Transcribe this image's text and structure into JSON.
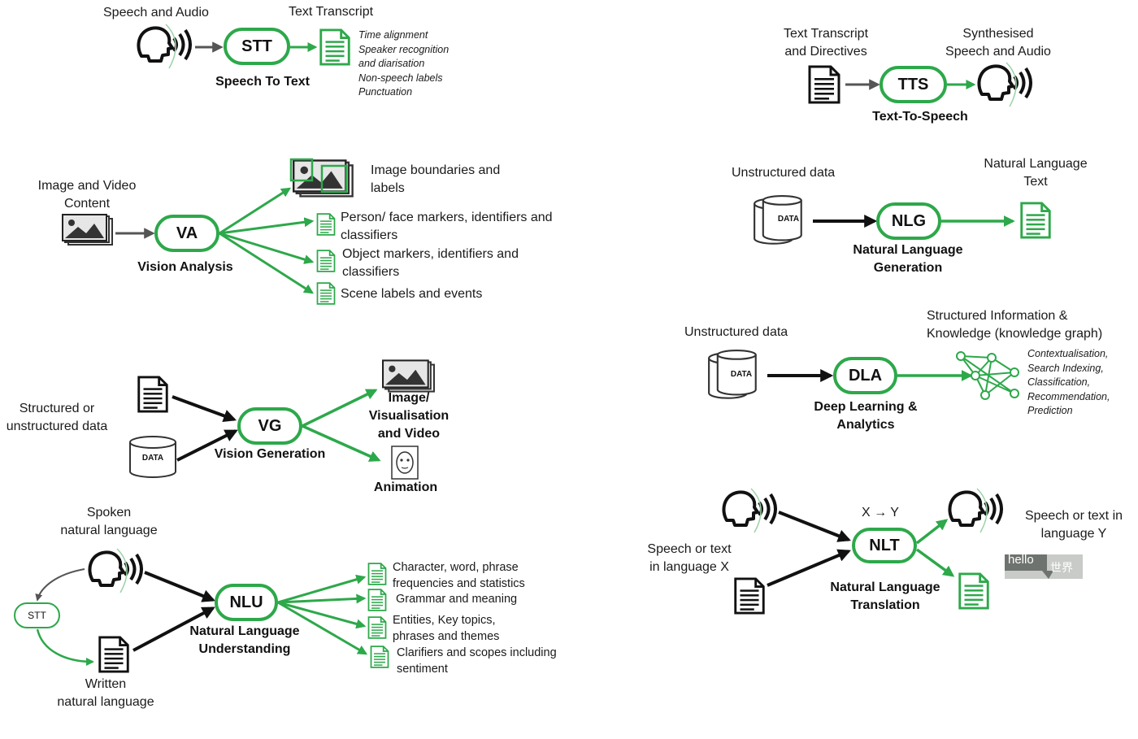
{
  "colors": {
    "accent_green": "#2da84a",
    "arrow_black": "#111111",
    "text": "#1a1a1a"
  },
  "stt": {
    "input_label": "Speech and Audio",
    "output_label": "Text Transcript",
    "node": "STT",
    "caption": "Speech To Text",
    "notes": [
      "Time alignment",
      "Speaker recognition",
      "and diarisation",
      "Non-speech labels",
      "Punctuation"
    ]
  },
  "tts": {
    "input_label": [
      "Text Transcript",
      "and Directives"
    ],
    "output_label": [
      "Synthesised",
      "Speech and Audio"
    ],
    "node": "TTS",
    "caption": "Text-To-Speech"
  },
  "va": {
    "input_label": [
      "Image and Video",
      "Content"
    ],
    "node": "VA",
    "caption": "Vision Analysis",
    "outputs": [
      [
        "Image boundaries and",
        "labels"
      ],
      [
        "Person/ face markers, identifiers and",
        "classifiers"
      ],
      [
        "Object markers, identifiers and",
        "classifiers"
      ],
      [
        "Scene labels and events"
      ]
    ]
  },
  "nlg": {
    "input_label": "Unstructured data",
    "data_icon_label": "DATA",
    "output_label": [
      "Natural Language",
      "Text"
    ],
    "node": "NLG",
    "caption": [
      "Natural Language",
      "Generation"
    ]
  },
  "dla": {
    "input_label": "Unstructured data",
    "data_icon_label": "DATA",
    "output_label": [
      "Structured Information &",
      "Knowledge (knowledge graph)"
    ],
    "node": "DLA",
    "caption": [
      "Deep Learning &",
      "Analytics"
    ],
    "notes": [
      "Contextualisation,",
      "Search Indexing,",
      "Classification,",
      "Recommendation,",
      "Prediction"
    ]
  },
  "vg": {
    "input_label": [
      "Structured or",
      "unstructured data"
    ],
    "data_icon_label": "DATA",
    "node": "VG",
    "caption": "Vision Generation",
    "outputs": [
      [
        "Image/",
        "Visualisation",
        "and Video"
      ],
      [
        "Animation"
      ]
    ]
  },
  "nlu": {
    "spoken_label": [
      "Spoken",
      "natural language"
    ],
    "written_label": [
      "Written",
      "natural language"
    ],
    "stt_node": "STT",
    "node": "NLU",
    "caption": [
      "Natural Language",
      "Understanding"
    ],
    "outputs": [
      [
        "Character, word, phrase",
        "frequencies and statistics"
      ],
      [
        "Grammar and meaning"
      ],
      [
        "Entities, Key topics,",
        "phrases and themes"
      ],
      [
        "Clarifiers and scopes including",
        "sentiment"
      ]
    ]
  },
  "nlt": {
    "input_label": [
      "Speech or text",
      "in language X"
    ],
    "direction": "X → Y",
    "output_label": [
      "Speech or text in",
      "language Y"
    ],
    "node": "NLT",
    "caption": [
      "Natural Language",
      "Translation"
    ],
    "hello_text": "hello",
    "world_text": "世界"
  }
}
